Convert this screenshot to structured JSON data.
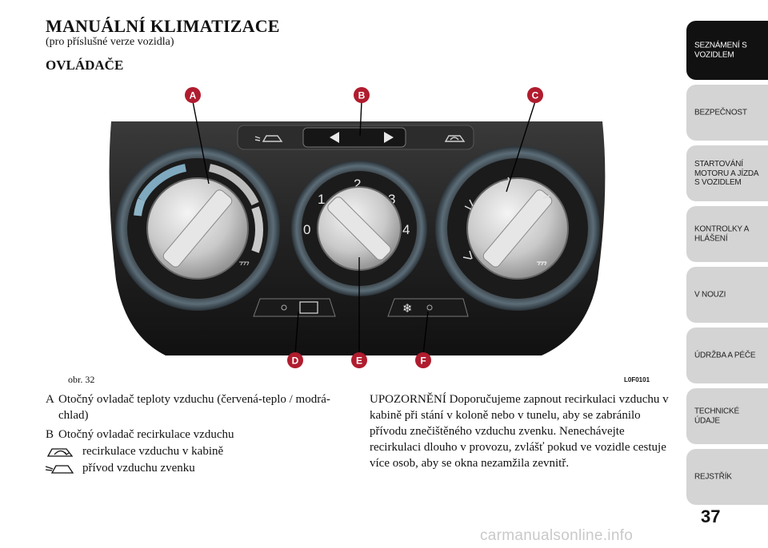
{
  "header": {
    "title": "MANUÁLNÍ KLIMATIZACE",
    "subtitle": "(pro příslušné verze vozidla)",
    "section": "OVLÁDAČE"
  },
  "figure": {
    "caption": "obr. 32",
    "code": "L0F0101",
    "callouts": [
      "A",
      "B",
      "C",
      "D",
      "E",
      "F"
    ],
    "fan_scale": [
      "0",
      "1",
      "2",
      "3",
      "4"
    ],
    "accent_color": "#b01c2e",
    "panel_color": "#262626"
  },
  "description": {
    "item_a_key": "A",
    "item_a_text": "Otočný ovladač teploty vzduchu (červená-teplo / modrá-chlad)",
    "item_b_key": "B",
    "item_b_text": "Otočný ovladač recirkulace vzduchu",
    "recirc_icon": "recirculation-icon",
    "recirc_text": "recirkulace vzduchu v kabině",
    "outside_icon": "outside-air-icon",
    "outside_text": "přívod vzduchu zvenku"
  },
  "note": {
    "label": "UPOZORNĚNÍ",
    "text": "Doporučujeme zapnout recirkulaci vzduchu v kabině při stání v koloně nebo v tunelu, aby se zabránilo přívodu znečištěného vzduchu zvenku. Nenechávejte recirkulaci dlouho v provozu, zvlášť pokud ve vozidle cestuje více osob, aby se okna nezamžila zevnitř."
  },
  "sidebar": {
    "tabs": [
      {
        "label": "SEZNÁMENÍ S\nVOZIDLEM",
        "active": true
      },
      {
        "label": "BEZPEČNOST",
        "active": false
      },
      {
        "label": "STARTOVÁNÍ\nMOTORU A JÍZDA\nS VOZIDLEM",
        "active": false
      },
      {
        "label": "KONTROLKY A\nHLÁŠENÍ",
        "active": false
      },
      {
        "label": "V NOUZI",
        "active": false
      },
      {
        "label": "ÚDRŽBA A PÉČE",
        "active": false
      },
      {
        "label": "TECHNICKÉ\nÚDAJE",
        "active": false
      },
      {
        "label": "REJSTŘÍK",
        "active": false
      }
    ]
  },
  "page_number": "37",
  "watermark": "carmanualsonline.info"
}
